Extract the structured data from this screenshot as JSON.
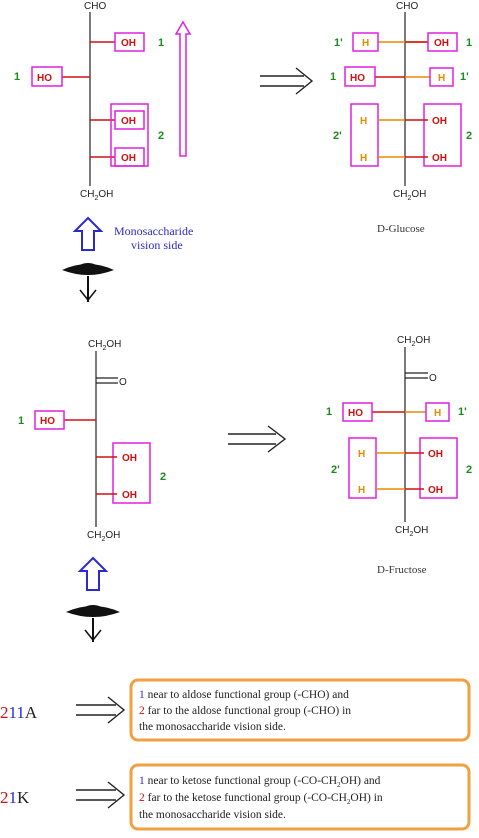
{
  "glucose": {
    "top": "CHO",
    "bottom_main": "CH",
    "bottom_sub": "2",
    "bottom_tail": "OH",
    "oh": "OH",
    "ho": "HO",
    "h": "H",
    "name": "D-Glucose",
    "n1": "1",
    "n2": "2",
    "n1p": "1'",
    "n2p": "2'"
  },
  "vision": {
    "line1": "Monosaccharide",
    "line2": "vision side"
  },
  "fructose": {
    "top_main": "CH",
    "top_sub": "2",
    "top_tail": "OH",
    "carbonyl": "O",
    "name": "D-Fructose"
  },
  "rule_a": {
    "code_red": "2",
    "code_blue": "1",
    "code_blue2": "1",
    "code_letter": "A",
    "n1": "1",
    "n2": "2",
    "line1": " near to aldose functional group (-CHO) and",
    "line2": " far to the aldose functional group (-CHO) in",
    "line3": "the monosaccharide vision side."
  },
  "rule_k": {
    "code_red": "2",
    "code_blue": "1",
    "code_letter": "K",
    "n1": "1",
    "n2": "2",
    "line1": " near to ketose functional group (-CO-CH",
    "line1_sub": "2",
    "line1_tail": "OH) and",
    "line2": " far to the ketose functional group (-CO-CH",
    "line2_sub": "2",
    "line2_tail": "OH) in",
    "line3": "the monosaccharide vision side."
  }
}
